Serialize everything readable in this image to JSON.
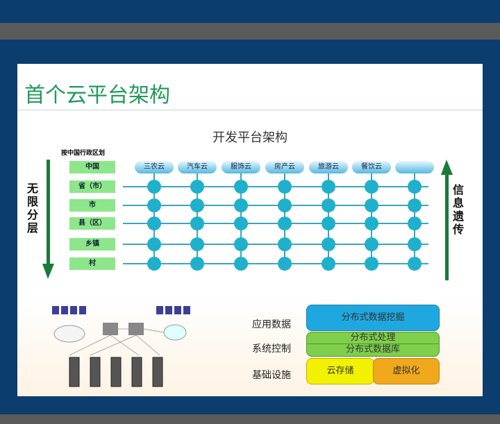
{
  "slide": {
    "title": "首个云平台架构",
    "subtitle": "开发平台架构",
    "division_caption": "按中国行政区划",
    "levels": [
      "中国",
      "省（市）",
      "市",
      "县（区）",
      "乡镇",
      "村"
    ],
    "clouds": [
      "三农云",
      "汽车云",
      "服饰云",
      "房产云",
      "旅游云",
      "餐饮云",
      ""
    ],
    "left_vertical": "无限分层",
    "right_vertical": "信息遗传",
    "layers": [
      {
        "label": "应用数据",
        "blocks": [
          "分布式数据挖掘"
        ]
      },
      {
        "label": "系统控制",
        "blocks": [
          "分布式处理",
          "分布式数据库"
        ]
      },
      {
        "label": "基础设施",
        "blocks": [
          "云存储",
          "虚拟化"
        ]
      }
    ]
  },
  "colors": {
    "navy": "#0b3d6e",
    "gray": "#5a5a5a",
    "title": "#1f9a5a"
  }
}
